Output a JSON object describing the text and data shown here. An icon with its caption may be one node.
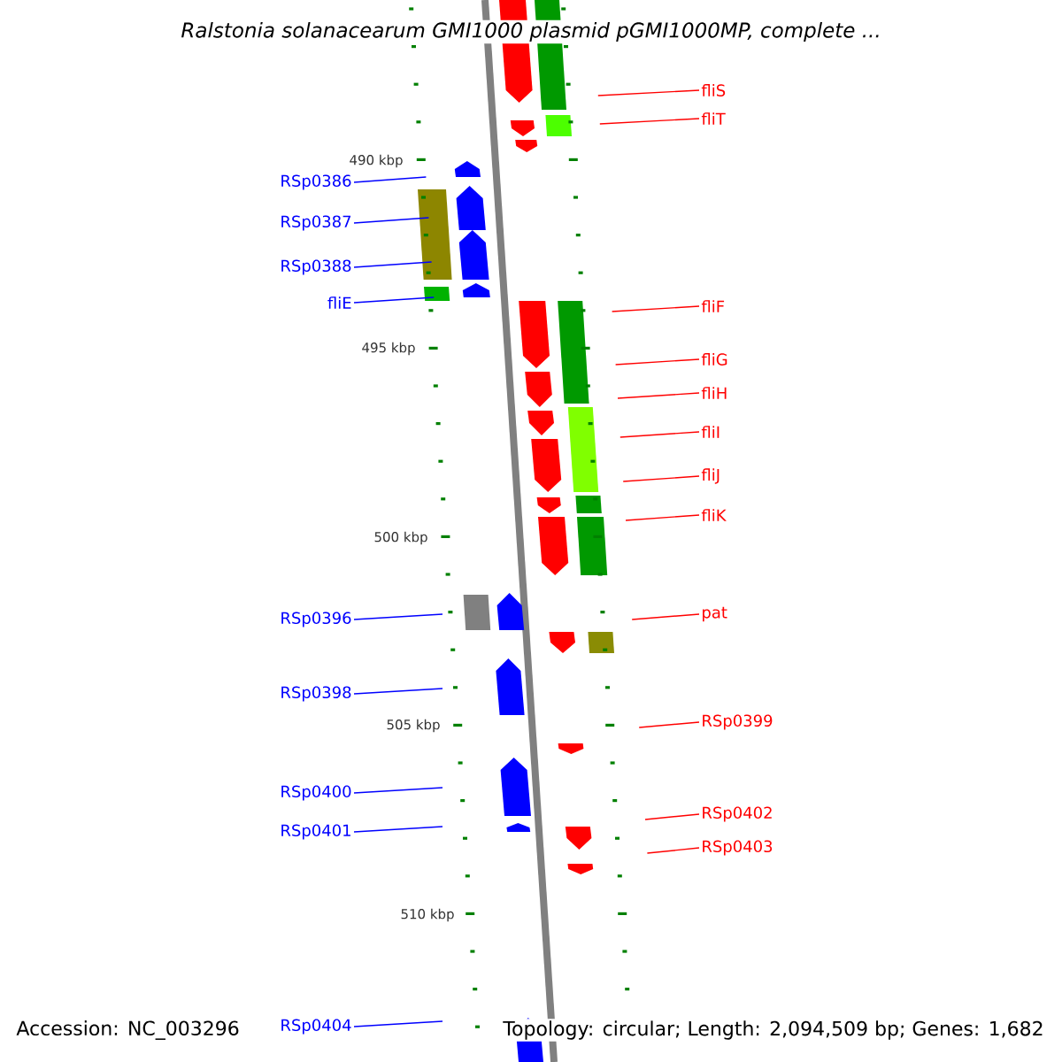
{
  "diagram": {
    "title": "Ralstonia solanacearum GMI1000 plasmid pGMI1000MP, complete ...",
    "nodes": [
      {
        "text": [
          "fliS"
        ]
      },
      {
        "text": [
          "fliT"
        ]
      },
      {
        "text": [
          "RSp0386"
        ]
      },
      {
        "text": [
          "RSp0387"
        ]
      },
      {
        "text": [
          "RSp0388"
        ]
      },
      {
        "text": [
          "fliE"
        ]
      },
      {
        "text": [
          "fliF"
        ]
      },
      {
        "text": [
          "fliG"
        ]
      },
      {
        "text": [
          "fliH"
        ]
      },
      {
        "text": [
          "fliI"
        ]
      },
      {
        "text": [
          "fliJ"
        ]
      },
      {
        "text": [
          "fliK"
        ]
      },
      {
        "text": [
          "RSp0396"
        ]
      },
      {
        "text": [
          "pat"
        ]
      },
      {
        "text": [
          "RSp0398"
        ]
      },
      {
        "text": [
          "RSp0399"
        ]
      },
      {
        "text": [
          "RSp0400"
        ]
      },
      {
        "text": [
          "RSp0401"
        ]
      },
      {
        "text": [
          "RSp0402"
        ]
      },
      {
        "text": [
          "RSp0403"
        ]
      },
      {
        "text": [
          "RSp0404"
        ]
      }
    ],
    "edges": [
      {
        "from": 0,
        "to": null,
        "arrow": "none"
      },
      {
        "from": 1,
        "to": null,
        "arrow": "none"
      },
      {
        "from": 2,
        "to": null,
        "arrow": "none",
        "color": "#0000ff"
      },
      {
        "from": 3,
        "to": null,
        "arrow": "none",
        "color": "#0000ff"
      },
      {
        "from": 4,
        "to": null,
        "arrow": "none",
        "color": "#0000ff"
      },
      {
        "from": 5,
        "to": null,
        "arrow": "none",
        "color": "#0000ff"
      },
      {
        "from": 6,
        "to": null,
        "arrow": "none"
      },
      {
        "from": 7,
        "to": null,
        "arrow": "none"
      },
      {
        "from": 8,
        "to": null,
        "arrow": "none"
      },
      {
        "from": 9,
        "to": null,
        "arrow": "none"
      },
      {
        "from": 10,
        "to": null,
        "arrow": "none"
      },
      {
        "from": 11,
        "to": null,
        "arrow": "none"
      },
      {
        "from": 12,
        "to": null,
        "arrow": "none",
        "color": "#0000ff"
      },
      {
        "from": 13,
        "to": null,
        "arrow": "none"
      },
      {
        "from": 14,
        "to": null,
        "arrow": "none",
        "color": "#0000ff"
      },
      {
        "from": 15,
        "to": null,
        "arrow": "none"
      },
      {
        "from": 16,
        "to": null,
        "arrow": "none",
        "color": "#0000ff"
      },
      {
        "from": 17,
        "to": null,
        "arrow": "none",
        "color": "#0000ff"
      },
      {
        "from": 18,
        "to": null,
        "arrow": "none"
      },
      {
        "from": 19,
        "to": null,
        "arrow": "none"
      },
      {
        "from": 20,
        "to": null,
        "arrow": "none",
        "color": "#0000ff"
      }
    ],
    "labels": [
      "490 kbp",
      "495 kbp",
      "500 kbp",
      "505 kbp",
      "510 kbp",
      "Accession: NC_003296",
      "Topology: circular; Length: 2,094,509 bp; Genes: 1,682"
    ]
  }
}
